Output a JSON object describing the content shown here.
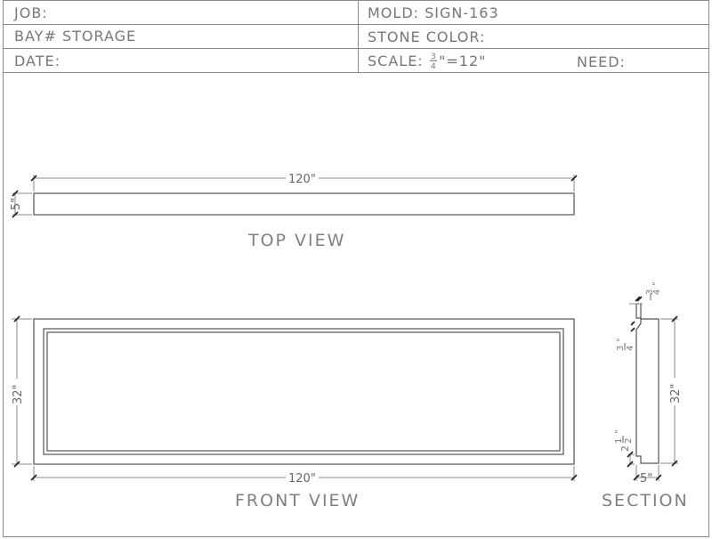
{
  "title_block": {
    "job": "JOB:",
    "mold": "MOLD: SIGN-163",
    "bay": "BAY# STORAGE",
    "stone_color": "STONE COLOR:",
    "date": "DATE:",
    "scale_prefix": "SCALE:",
    "scale_frac_num": "3",
    "scale_frac_den": "4",
    "scale_suffix": "\"=12\"",
    "need": "NEED:"
  },
  "top_view": {
    "label": "TOP VIEW",
    "width_dim": "120\"",
    "height_dim": "5\""
  },
  "front_view": {
    "label": "FRONT VIEW",
    "width_dim": "120\"",
    "height_dim": "32\""
  },
  "section": {
    "label": "SECTION",
    "top_dim_num": "3",
    "top_dim_den": "4",
    "upper_dim_num": "3",
    "upper_dim_den": "4",
    "lower_dim_whole": "2",
    "lower_dim_num": "1",
    "lower_dim_den": "2",
    "height_dim": "32\"",
    "width_dim": "5\"",
    "inch_mark": "\""
  }
}
